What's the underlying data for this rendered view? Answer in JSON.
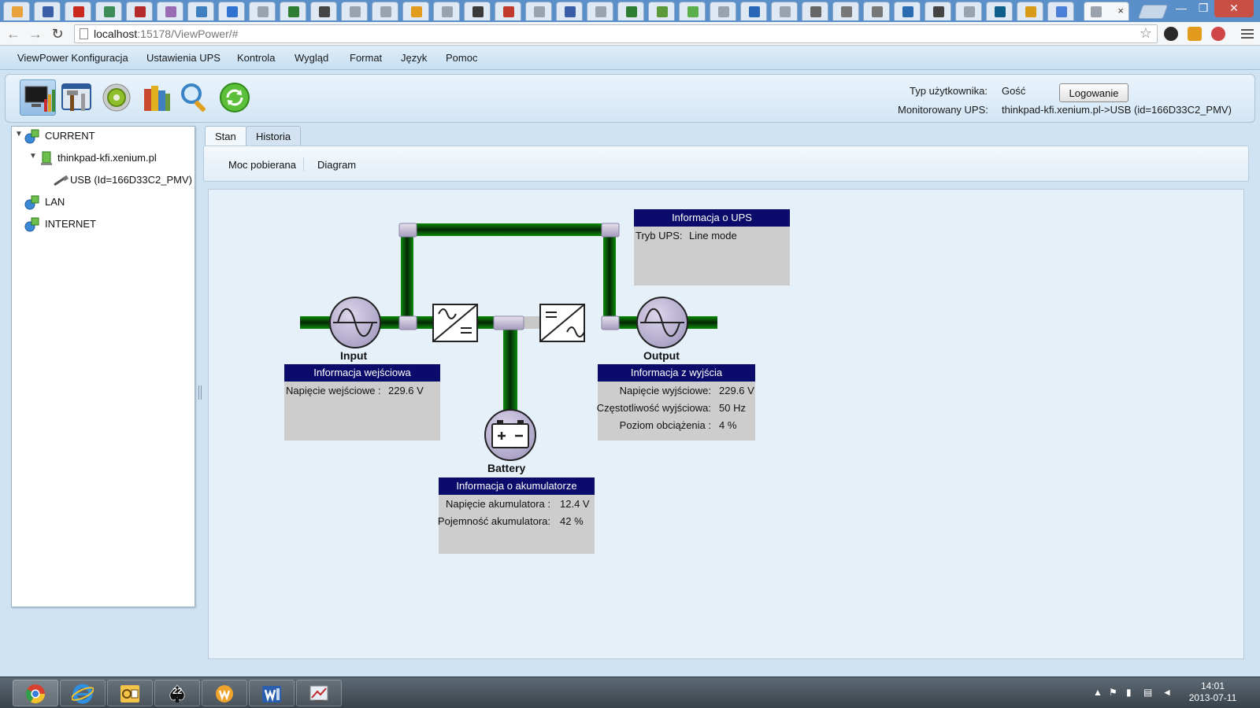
{
  "browser": {
    "url_host": "localhost",
    "url_rest": ":15178/ViewPower/#",
    "tab_close": "×",
    "tab_colors": [
      "#e9a23b",
      "#3b5ea8",
      "#c8281e",
      "#3d8b57",
      "#b52a2a",
      "#9a6bb5",
      "#3e7fc0",
      "#2f74d0",
      "#9aa3ad",
      "#2e7d32",
      "#444444",
      "#9aa3ad",
      "#9aa3ad",
      "#e39b1d",
      "#9aa3ad",
      "#3a3a3a",
      "#c1392b",
      "#9aa3ad",
      "#3a5fa8",
      "#9aa3ad",
      "#2e7d32",
      "#5b9a3b",
      "#5bb04b",
      "#9aa3ad",
      "#2a66b8",
      "#9aa3ad",
      "#666666",
      "#777777",
      "#777777",
      "#2b6cb0",
      "#444444",
      "#9aa3ad",
      "#0e5f8a",
      "#d99a18",
      "#4c7fd8"
    ]
  },
  "menu": {
    "items": [
      "ViewPower Konfiguracja",
      "Ustawienia UPS",
      "Kontrola",
      "Wygląd",
      "Format",
      "Język",
      "Pomoc"
    ]
  },
  "header": {
    "user_type_label": "Typ użytkownika:",
    "user_type_value": "Gość",
    "login_button": "Logowanie",
    "monitored_label": "Monitorowany UPS:",
    "monitored_value": "thinkpad-kfi.xenium.pl->USB (id=166D33C2_PMV)"
  },
  "tree": {
    "current": "CURRENT",
    "host": "thinkpad-kfi.xenium.pl",
    "usb": "USB (Id=166D33C2_PMV)",
    "lan": "LAN",
    "internet": "INTERNET"
  },
  "tabs": {
    "stan": "Stan",
    "historia": "Historia",
    "moc": "Moc pobierana",
    "diagram": "Diagram"
  },
  "diagram": {
    "input_label": "Input",
    "output_label": "Output",
    "battery_label": "Battery",
    "ups_info": {
      "title": "Informacja o UPS",
      "mode_label": "Tryb UPS:",
      "mode_value": "Line mode"
    },
    "input_info": {
      "title": "Informacja wejściowa",
      "voltage_label": "Napięcie wejściowe :",
      "voltage_value": "229.6 V"
    },
    "output_info": {
      "title": "Informacja z wyjścia",
      "voltage_label": "Napięcie wyjściowe:",
      "voltage_value": "229.6 V",
      "freq_label": "Częstotliwość wyjściowa:",
      "freq_value": "50 Hz",
      "load_label": "Poziom obciążenia :",
      "load_value": "4 %"
    },
    "battery_info": {
      "title": "Informacja o akumulatorze",
      "voltage_label": "Napięcie akumulatora :",
      "voltage_value": "12.4 V",
      "capacity_label": "Pojemność akumulatora:",
      "capacity_value": "42 %"
    }
  },
  "taskbar": {
    "badge": "22",
    "time": "14:01",
    "date": "2013-07-11"
  }
}
